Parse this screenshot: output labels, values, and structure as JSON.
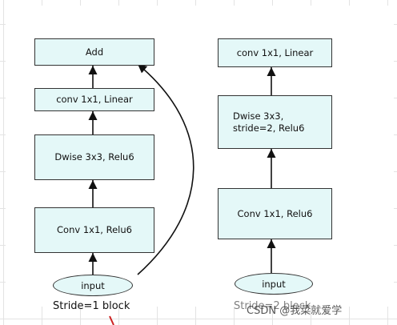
{
  "left_block": {
    "add": "Add",
    "conv_linear": "conv 1x1, Linear",
    "dwise": "Dwise 3x3, Relu6",
    "conv_relu": "Conv 1x1, Relu6",
    "input": "input",
    "caption": "Stride=1 block"
  },
  "right_block": {
    "conv_linear": "conv 1x1, Linear",
    "dwise": "Dwise 3x3,\nstride=2, Relu6",
    "conv_relu": "Conv 1x1, Relu6",
    "input": "input",
    "caption": "Stride=2 block"
  },
  "watermark": "CSDN @我菜就爱学",
  "colors": {
    "box_fill": "#e4f8f8",
    "stroke": "#222222",
    "accent_mark": "#cc2222"
  }
}
